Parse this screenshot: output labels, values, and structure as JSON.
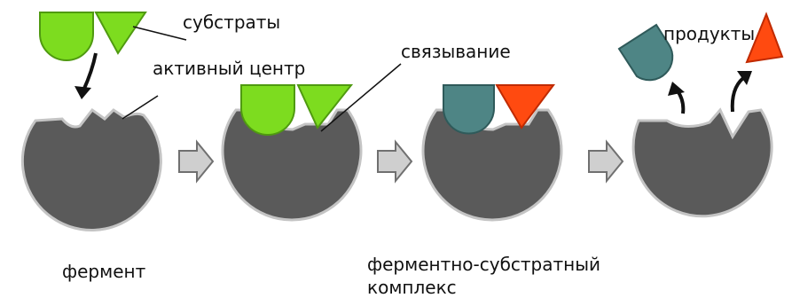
{
  "labels": {
    "substrates": "субстраты",
    "active_site": "активный центр",
    "binding": "связывание",
    "products": "продукты",
    "enzyme": "фермент",
    "complex_line1": "ферментно-субстратный",
    "complex_line2": "комплекс"
  },
  "colors": {
    "enzyme_fill": "#5a5a5a",
    "enzyme_stroke": "#c4c4c4",
    "substrate_fill": "#7ddc1f",
    "substrate_stroke": "#4f9a10",
    "product_semicircle_fill": "#4e8585",
    "product_semicircle_stroke": "#2f5a5a",
    "product_triangle_fill": "#ff4a10",
    "product_triangle_stroke": "#c02a00",
    "arrow_fill": "#cfcfcf",
    "arrow_stroke": "#707070"
  }
}
